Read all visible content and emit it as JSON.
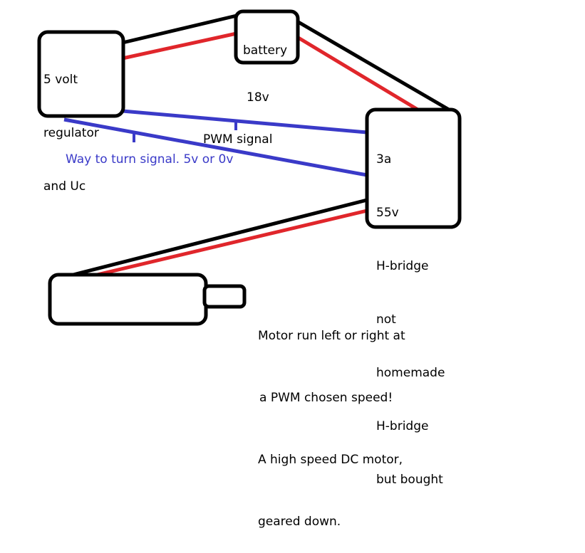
{
  "regulator": {
    "lines": [
      "5 volt",
      "regulator",
      "and Uc"
    ]
  },
  "battery": {
    "lines": [
      "battery",
      "18v"
    ]
  },
  "hbridge": {
    "lines": [
      "3a",
      "55v",
      "H-bridge",
      "not",
      "homemade",
      "H-bridge",
      "but bought"
    ]
  },
  "labels": {
    "pwm_signal": "PWM signal",
    "turn_signal": "Way to turn signal. 5v or 0v"
  },
  "motor_note": {
    "lines": [
      "Motor run left or right at",
      "a PWM chosen speed!",
      "A high speed DC motor,",
      "geared down."
    ]
  },
  "colors": {
    "outline": "#000000",
    "positive_wire": "#e0262b",
    "ground_wire": "#000000",
    "signal_wire": "#3a3ac8",
    "signal_text": "#3a3ac8"
  }
}
